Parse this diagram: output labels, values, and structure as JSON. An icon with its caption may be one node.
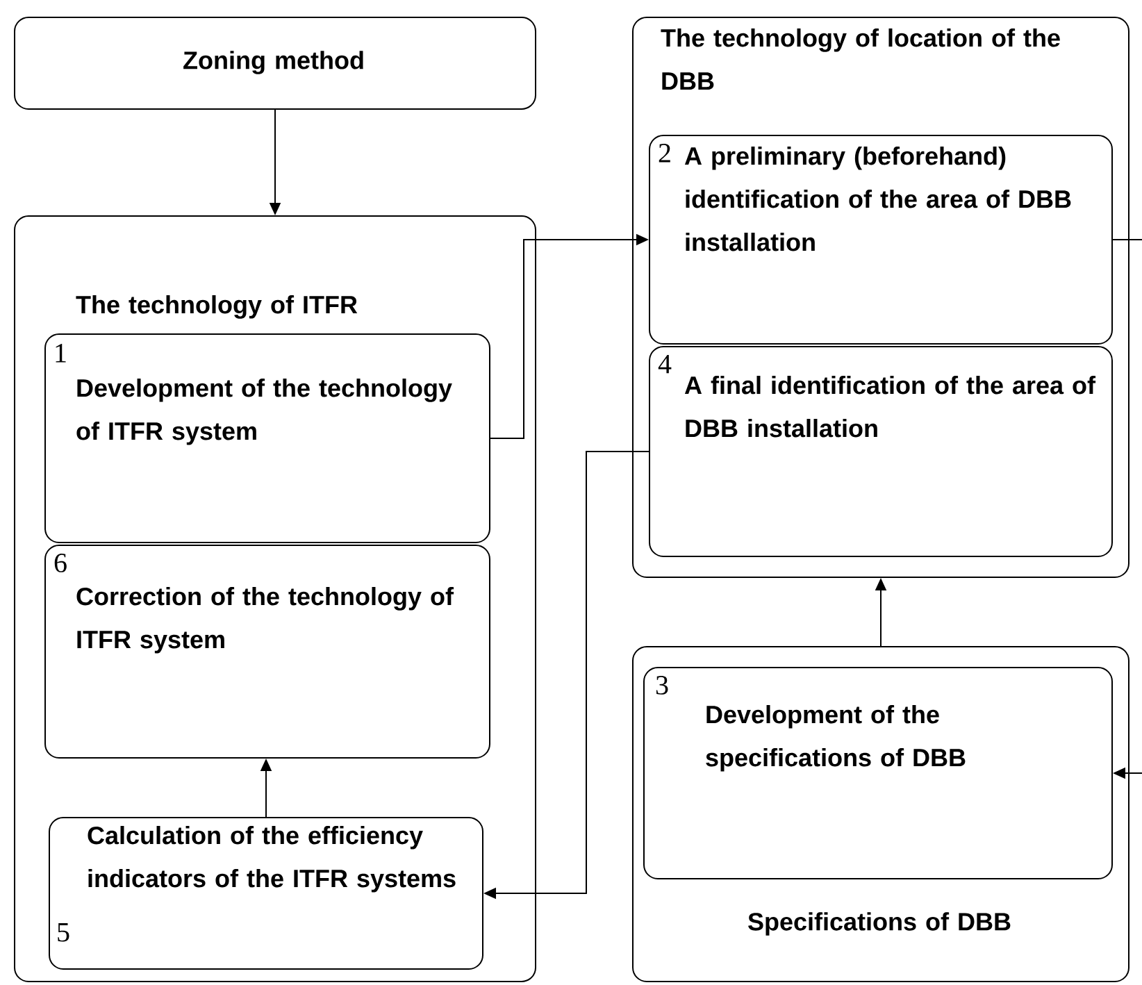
{
  "diagram": {
    "nodes": [
      {
        "text": [
          "Zoning method"
        ]
      },
      {
        "text": [
          "The technology of ITFR"
        ]
      },
      {
        "text": [
          "1",
          "Development of the technology of ITFR system"
        ],
        "in": 1
      },
      {
        "text": [
          "6",
          "Correction of the technology of ITFR system"
        ],
        "in": 1
      },
      {
        "text": [
          "5",
          "Calculation of the efficiency indicators of the ITFR systems"
        ],
        "in": 1
      },
      {
        "text": [
          "The technology of location of the DBB"
        ]
      },
      {
        "text": [
          "2",
          "A preliminary (beforehand) identification of the area of DBB installation"
        ],
        "in": 5
      },
      {
        "text": [
          "4",
          "A final identification of the area of DBB installation"
        ],
        "in": 5
      },
      {
        "text": [
          "Specifications of DBB"
        ]
      },
      {
        "text": [
          "3",
          "Development of the specifications of DBB"
        ],
        "in": 8
      }
    ],
    "edges": [
      {
        "from": 0,
        "to": 1,
        "arrow": "to"
      },
      {
        "from": 2,
        "to": 6,
        "arrow": "to"
      },
      {
        "from": 7,
        "to": 4,
        "arrow": "to"
      },
      {
        "from": 4,
        "to": 3,
        "arrow": "to"
      },
      {
        "from": 8,
        "to": 5,
        "arrow": "to"
      },
      {
        "from": 6,
        "to": null,
        "arrow": "none"
      },
      {
        "from": null,
        "to": 9,
        "arrow": "to"
      }
    ]
  }
}
